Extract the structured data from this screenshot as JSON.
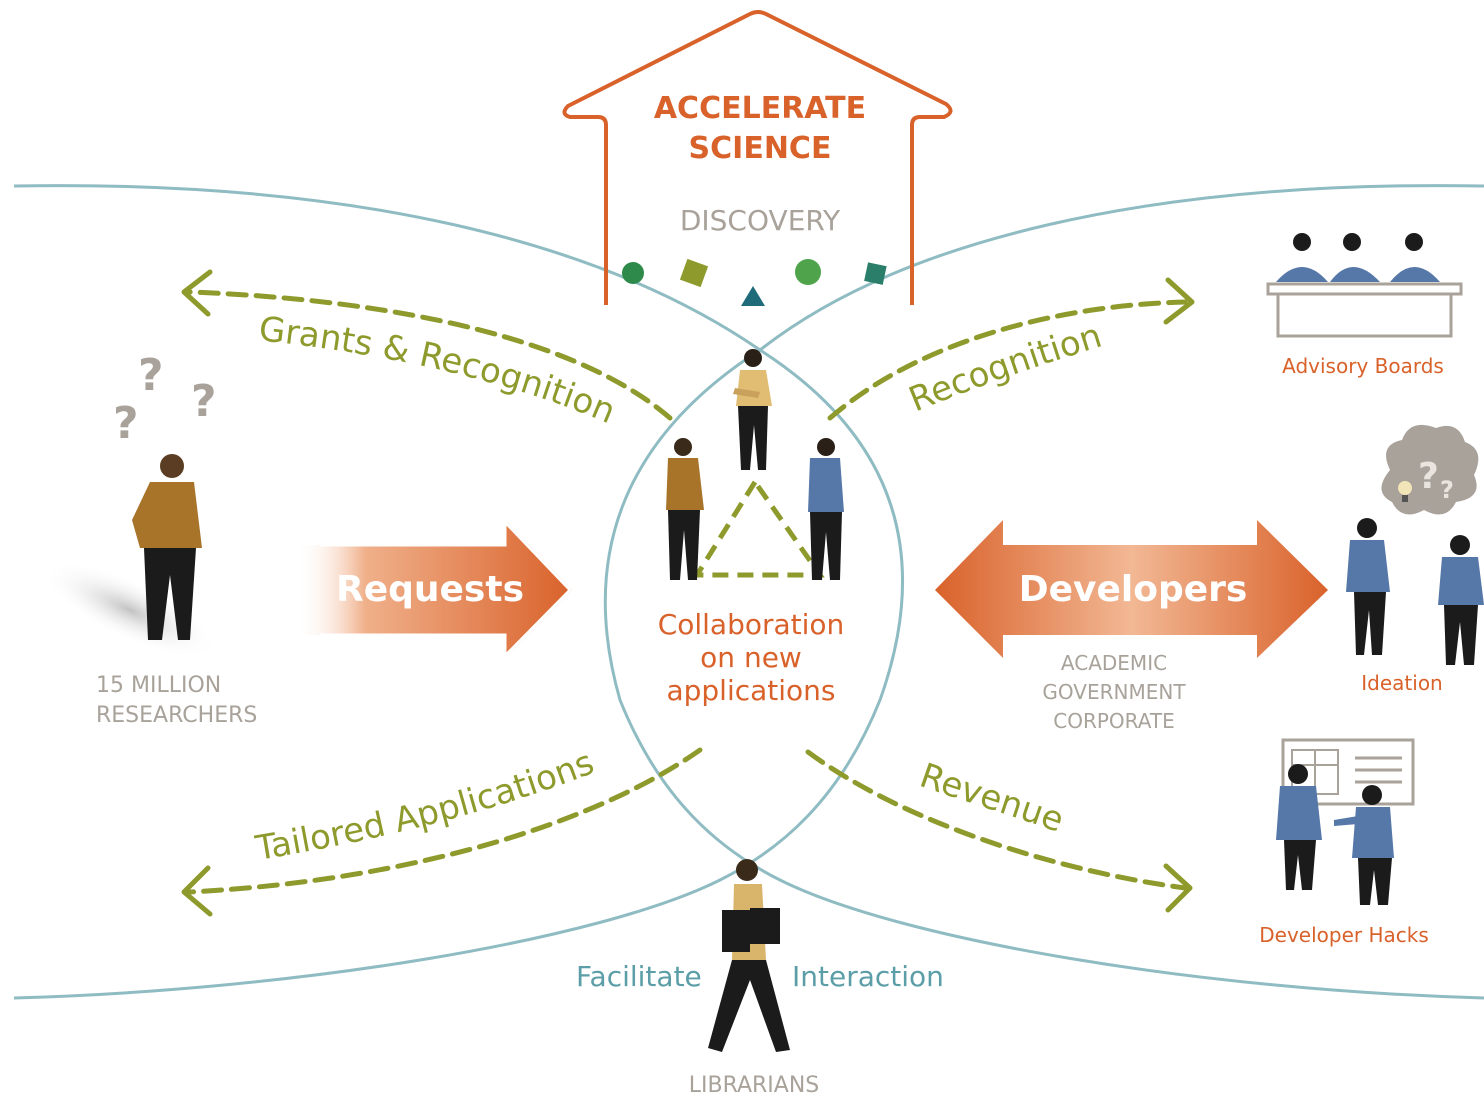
{
  "colors": {
    "orange": "#d9622b",
    "olive": "#8e9a2c",
    "teal": "#5b9ea7",
    "curve": "#8fbcc2",
    "gray": "#a8a29a",
    "shirt_brown": "#a8742a",
    "shirt_blue": "#5678a8",
    "shirt_tan": "#d8b56a"
  },
  "house": {
    "title_line1": "ACCELERATE",
    "title_line2": "SCIENCE",
    "discovery": "DISCOVERY"
  },
  "center": {
    "line1": "Collaboration",
    "line2": "on new",
    "line3": "applications"
  },
  "arrows": {
    "requests": "Requests",
    "developers": "Developers"
  },
  "flows": {
    "grants": "Grants & Recognition",
    "recognition": "Recognition",
    "tailored": "Tailored Applications",
    "revenue": "Revenue"
  },
  "labels": {
    "researchers_line1": "15 MILLION",
    "researchers_line2": "RESEARCHERS",
    "dev_sector1": "ACADEMIC",
    "dev_sector2": "GOVERNMENT",
    "dev_sector3": "CORPORATE",
    "advisory": "Advisory Boards",
    "ideation": "Ideation",
    "hacks": "Developer Hacks",
    "facilitate": "Facilitate",
    "interaction": "Interaction",
    "librarians": "LIBRARIANS"
  },
  "icons": [
    "question-mark-icon",
    "lightbulb-icon",
    "thought-cloud-icon",
    "whiteboard-icon"
  ]
}
